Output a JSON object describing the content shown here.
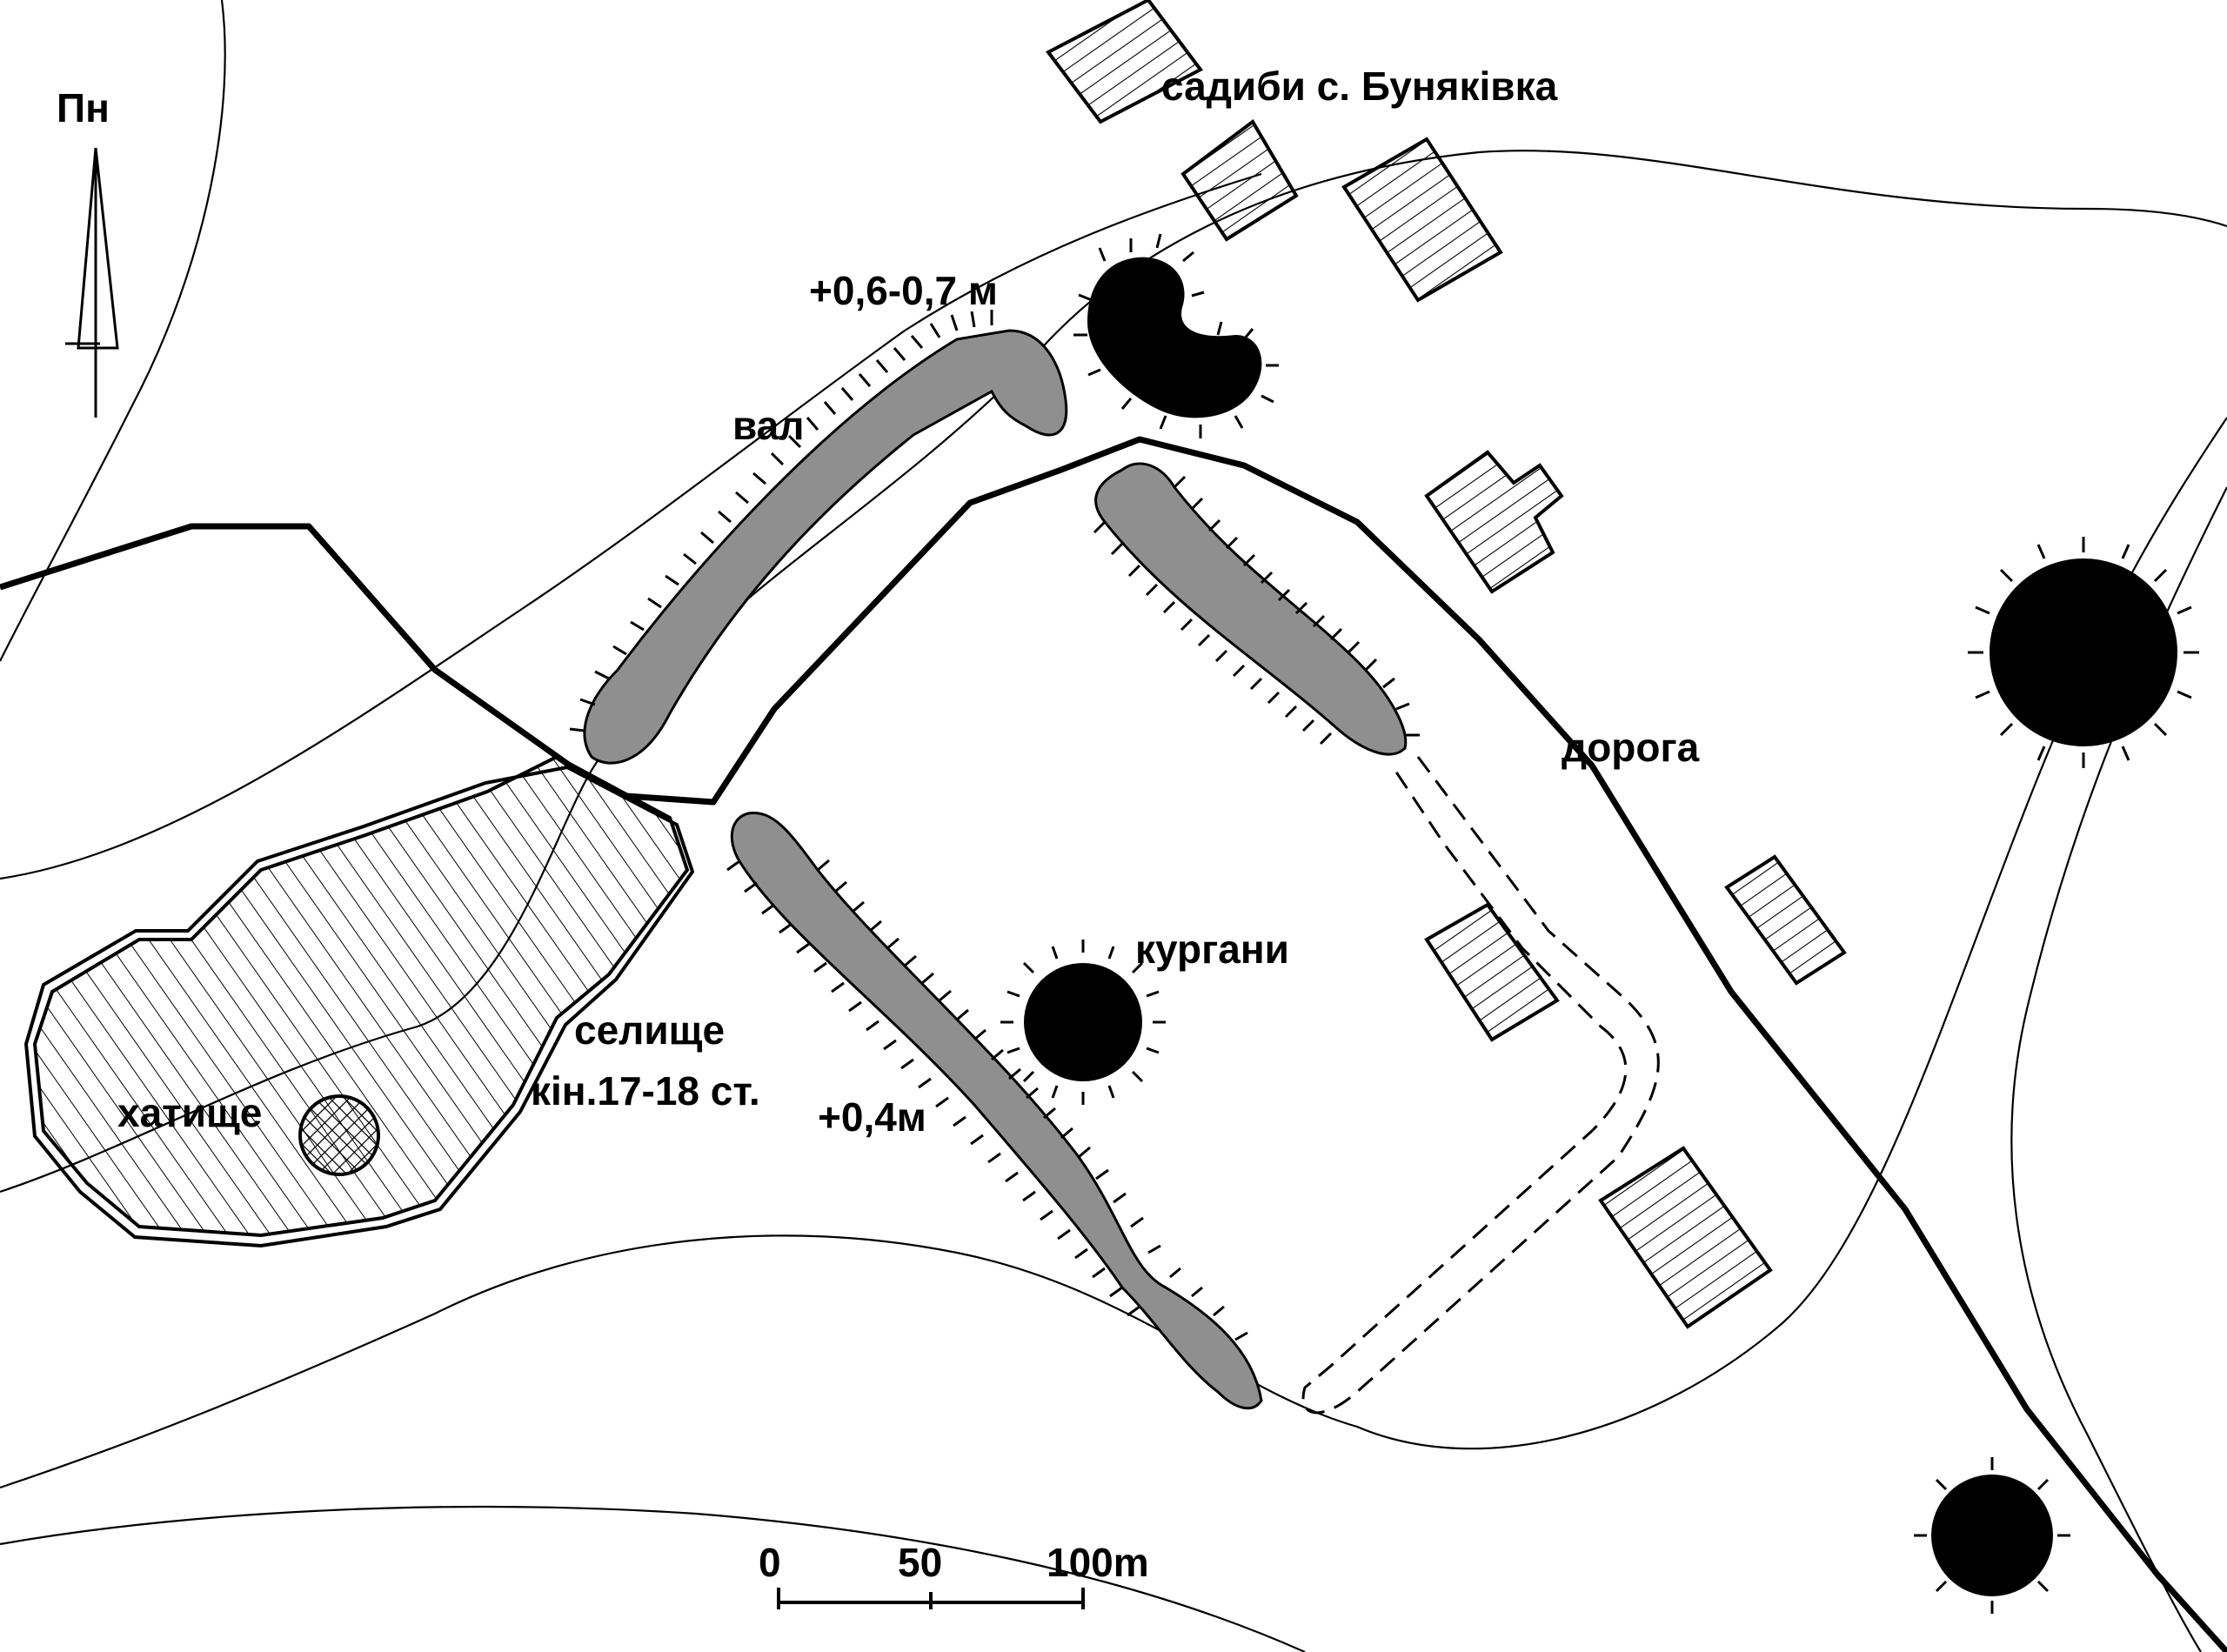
{
  "labels": {
    "north": "Пн",
    "village": "садиби с. Буняківка",
    "rampart": "вал",
    "height_north": "+0,6-0,7 м",
    "height_south": "+0,4м",
    "road": "дорога",
    "mounds": "кургани",
    "settlement_line1": "селище",
    "settlement_line2": "кін.17-18 ст.",
    "dwelling": "хатище"
  },
  "scale_bar": {
    "ticks": [
      "0",
      "50",
      "100m"
    ]
  },
  "legend_colors": {
    "rampart_fill": "#8f8f8f",
    "mound_fill": "#000000",
    "background": "#ffffff"
  }
}
